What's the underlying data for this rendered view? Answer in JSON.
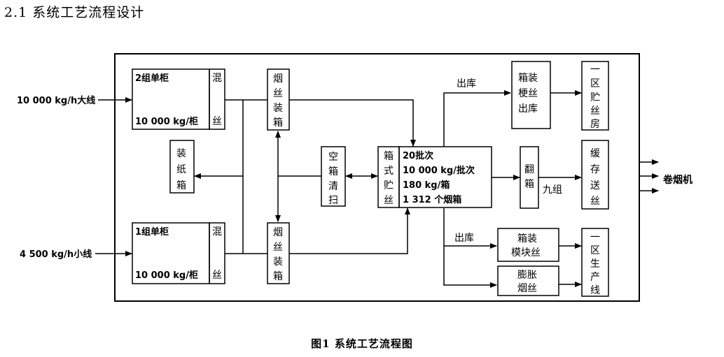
{
  "page": {
    "heading": "2.1 系统工艺流程设计",
    "caption": "图1 系统工艺流程图"
  },
  "inputs": {
    "big_line": "10 000 kg/h大线",
    "small_line": "4 500 kg/h小线"
  },
  "cabinets": {
    "group2": {
      "name": "2组单柜",
      "capacity": "10 000 kg/柜",
      "mix": [
        "混",
        "丝"
      ]
    },
    "group1": {
      "name": "1组单柜",
      "capacity": "10 000 kg/柜",
      "mix": [
        "混",
        "丝"
      ]
    }
  },
  "paper_box": [
    "装",
    "纸",
    "箱"
  ],
  "packing_top": [
    "烟",
    "丝",
    "装",
    "箱"
  ],
  "packing_bottom": [
    "烟",
    "丝",
    "装",
    "箱"
  ],
  "empty_clean": [
    "空",
    "箱",
    "清",
    "扫"
  ],
  "box_storage": {
    "label": [
      "箱",
      "式",
      "贮",
      "丝"
    ],
    "lines": [
      "20批次",
      "10 000 kg/批次",
      "180 kg/箱",
      "1 312 个烟箱"
    ]
  },
  "outlet_top": "出库",
  "outlet_bottom": "出库",
  "stem_out": [
    "箱装",
    "梗丝",
    "出库"
  ],
  "area_storage_room": [
    "一",
    "区",
    "贮",
    "丝",
    "房"
  ],
  "flip": [
    "翻",
    "箱"
  ],
  "nine_group": "九组",
  "buffer": [
    "缓",
    "存",
    "送",
    "丝"
  ],
  "module": [
    "箱装",
    "模块丝"
  ],
  "expanded": [
    "膨胀",
    "烟丝"
  ],
  "production_line": [
    "一",
    "区",
    "生",
    "产",
    "线"
  ],
  "output": "卷烟机"
}
